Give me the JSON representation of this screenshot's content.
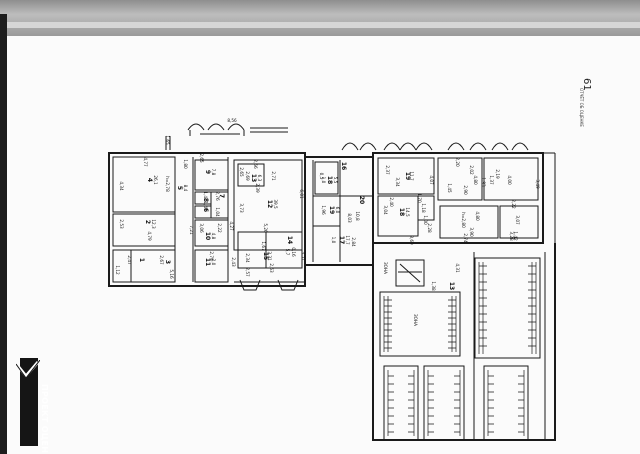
{
  "page_number": "61",
  "side_caption": "ОТЧЁТ ОБ ОЦЕНКЕ",
  "brand_label": "ПРОЕКТ ОЦЕНКИ",
  "colors": {
    "line": "#1a1a1a",
    "frame": "#1d1d1d",
    "header": "#9e9e9e"
  },
  "room_labels": [
    {
      "t": "1,65"
    },
    {
      "t": "8,56"
    },
    {
      "t": "1,80"
    },
    {
      "t": "4,77"
    },
    {
      "t": "4,34"
    },
    {
      "t": "4",
      "s": true
    },
    {
      "t": "26,1"
    },
    {
      "t": "h=2,78"
    },
    {
      "t": "5",
      "s": true
    },
    {
      "t": "8,4"
    },
    {
      "t": "2,53"
    },
    {
      "t": "2",
      "s": true
    },
    {
      "t": "12,3"
    },
    {
      "t": "4,79"
    },
    {
      "t": "7,21"
    },
    {
      "t": "2,47"
    },
    {
      "t": "1",
      "s": true
    },
    {
      "t": "1,12"
    },
    {
      "t": "2,67"
    },
    {
      "t": "3",
      "s": true
    },
    {
      "t": "5,16"
    },
    {
      "t": "2,65"
    },
    {
      "t": "9",
      "s": true
    },
    {
      "t": "7,8"
    },
    {
      "t": "1,41"
    },
    {
      "t": "8",
      "s": true
    },
    {
      "t": "2,76"
    },
    {
      "t": "1,47"
    },
    {
      "t": "6",
      "s": true
    },
    {
      "t": "1,04"
    },
    {
      "t": "3,06"
    },
    {
      "t": "10",
      "s": true
    },
    {
      "t": "4,8"
    },
    {
      "t": "11",
      "s": true
    },
    {
      "t": "2,0"
    },
    {
      "t": "7",
      "s": true
    },
    {
      "t": "2,79"
    },
    {
      "t": "2,22"
    },
    {
      "t": "4,27"
    },
    {
      "t": "2,43"
    },
    {
      "t": "2,65"
    },
    {
      "t": "2,56"
    },
    {
      "t": "2,69"
    },
    {
      "t": "13",
      "s": true
    },
    {
      "t": "6,3"
    },
    {
      "t": "2,71"
    },
    {
      "t": "2,39"
    },
    {
      "t": "12",
      "s": true
    },
    {
      "t": "39,5"
    },
    {
      "t": "3,73"
    },
    {
      "t": "5,26"
    },
    {
      "t": "6,01"
    },
    {
      "t": "2,34"
    },
    {
      "t": "1,67"
    },
    {
      "t": "15",
      "s": true
    },
    {
      "t": "3,31"
    },
    {
      "t": "14",
      "s": true
    },
    {
      "t": "5,7"
    },
    {
      "t": "0,16"
    },
    {
      "t": "2,57"
    },
    {
      "t": "2,53"
    },
    {
      "t": "3,51"
    },
    {
      "t": "0,5"
    },
    {
      "t": "16",
      "s": true
    },
    {
      "t": "1,0"
    },
    {
      "t": "18",
      "s": true
    },
    {
      "t": "5,5"
    },
    {
      "t": "1,96"
    },
    {
      "t": "19",
      "s": true
    },
    {
      "t": "6,0"
    },
    {
      "t": "1,0"
    },
    {
      "t": "17",
      "s": true
    },
    {
      "t": "17,7"
    },
    {
      "t": "8,03"
    },
    {
      "t": "20",
      "s": true
    },
    {
      "t": "10,8"
    },
    {
      "t": "2,84"
    },
    {
      "t": "2,37"
    },
    {
      "t": "3,34"
    },
    {
      "t": "19",
      "s": true
    },
    {
      "t": "11,7"
    },
    {
      "t": "4,07"
    },
    {
      "t": "3,04"
    },
    {
      "t": "2,40"
    },
    {
      "t": "1,70"
    },
    {
      "t": "1,18"
    },
    {
      "t": "1,00"
    },
    {
      "t": "18",
      "s": true
    },
    {
      "t": "14,5"
    },
    {
      "t": "2,28"
    },
    {
      "t": "3,69"
    },
    {
      "t": "2,20"
    },
    {
      "t": "4,80"
    },
    {
      "t": "1,93"
    },
    {
      "t": "1,37"
    },
    {
      "t": "1,45"
    },
    {
      "t": "2,90"
    },
    {
      "t": "2,02"
    },
    {
      "t": "2,19"
    },
    {
      "t": "4,00"
    },
    {
      "t": "3,49"
    },
    {
      "t": "2,22"
    },
    {
      "t": "h=2,80"
    },
    {
      "t": "4,80"
    },
    {
      "t": "3,90"
    },
    {
      "t": "3,07"
    },
    {
      "t": "2,74"
    },
    {
      "t": "3,28"
    },
    {
      "t": "1,42"
    },
    {
      "t": "4,31"
    },
    {
      "t": "1,38"
    },
    {
      "t": "13",
      "s": true
    },
    {
      "t": "ЗОНА"
    },
    {
      "t": "ЗОНА"
    }
  ]
}
